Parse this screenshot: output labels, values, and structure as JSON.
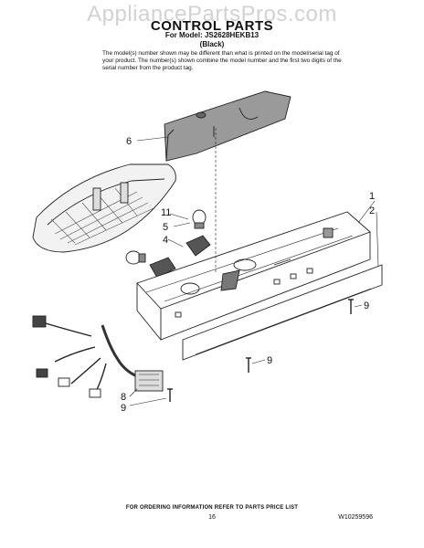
{
  "watermark": "AppliancePartsPros.com",
  "header": {
    "title": "CONTROL PARTS",
    "model": "For Model: JS2628HEKB13",
    "color": "(Black)",
    "note": "The model(s) number shown may be different than what is printed on the model/serial tag of your product. The number(s) shown combine the model number and the first two digits of the serial number from the product tag."
  },
  "callouts": [
    "6",
    "11",
    "5",
    "4",
    "1",
    "2",
    "9",
    "9",
    "8",
    "9"
  ],
  "footer": {
    "ordering_note": "FOR ORDERING INFORMATION REFER TO PARTS PRICE LIST",
    "page_number": "16",
    "document_number": "W10259596"
  }
}
